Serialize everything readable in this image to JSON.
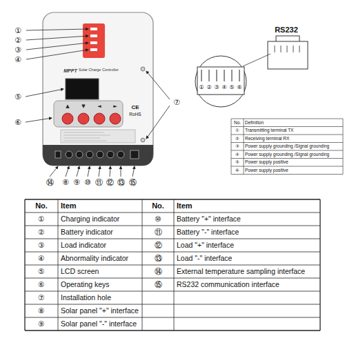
{
  "diagram": {
    "labels": [
      "①",
      "②",
      "③",
      "④",
      "⑤",
      "⑥",
      "⑦",
      "⑭",
      "⑧",
      "⑨",
      "⑩",
      "⑪",
      "⑫",
      "⑬",
      "⑮",
      "MPPT",
      "Solar Charge Controller",
      "▲",
      "▼",
      "◄",
      "►",
      "CE",
      "RoHS",
      "RS232",
      "①",
      "②",
      "③",
      "④",
      "⑤",
      "⑥",
      "No.",
      "Definition",
      "①",
      "Transmitting terminal TX",
      "②",
      "Receiving terminal RX",
      "③",
      "Power supply grounding /Signal grounding",
      "④",
      "Power supply grounding /Signal grounding",
      "⑤",
      "Power supply positive",
      "⑥",
      "Power supply positive",
      "No.",
      "Item",
      "No.",
      "Item",
      "①",
      "Charging indicator",
      "⑩",
      "Battery \"+\" interface",
      "②",
      "Battery indicator",
      "⑪",
      "Battery \"-\" interface",
      "③",
      "Load indicator",
      "⑫",
      "Load \"+\" interface",
      "④",
      "Abnormality indicator",
      "⑬",
      "Load \"-\" interface",
      "⑤",
      "LCD screen",
      "⑭",
      "External temperature sampling interface",
      "⑥",
      "Operating keys",
      "⑮",
      "RS232 communication interface",
      "⑦",
      "Installation hole",
      "⑧",
      "Solar panel \"+\" interface",
      "⑨",
      "Solar panel \"-\" interface"
    ]
  }
}
